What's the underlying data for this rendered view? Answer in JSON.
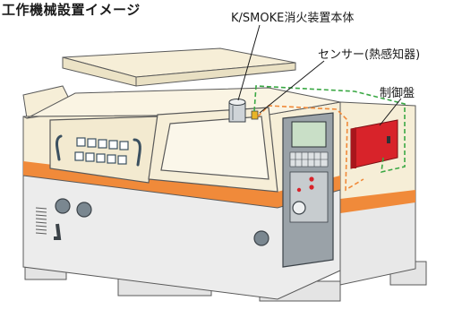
{
  "title": "工作機械設置イメージ",
  "labels": {
    "extinguisher": "K/SMOKE消火装置本体",
    "sensor": "センサー(熱感知器)",
    "control_panel": "制御盤"
  },
  "colors": {
    "machine_body": "#f6eed7",
    "machine_outline": "#5a5a5a",
    "accent_stripe": "#f08a3a",
    "lower_body": "#e8e8e8",
    "control_panel_red": "#d8232a",
    "sensor_line_green": "#3aa844",
    "sensor_line_orange": "#f08a3a"
  }
}
